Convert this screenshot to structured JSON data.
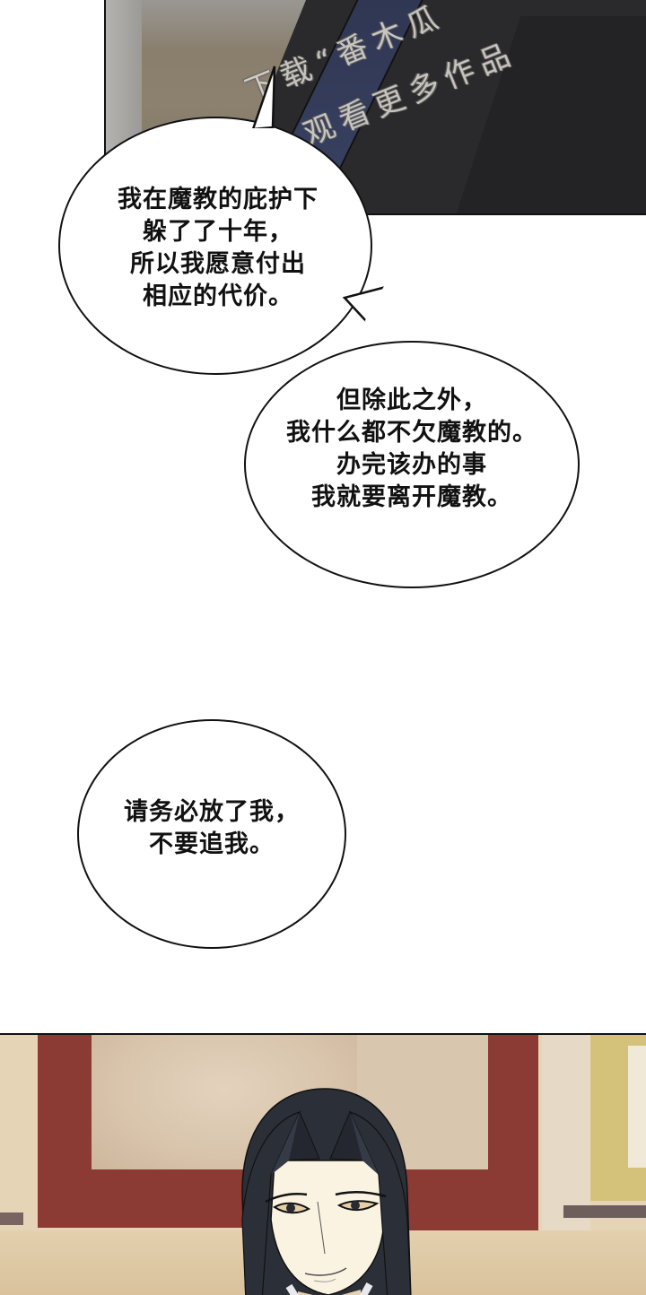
{
  "comic": {
    "watermark": {
      "line1": "下载“番木瓜",
      "line2": "观看更多作品"
    },
    "bubbles": [
      {
        "id": "bubble-1",
        "lines": [
          "我在魔教的庇护下",
          "躲了了十年，",
          "所以我愿意付出",
          "相应的代价。"
        ]
      },
      {
        "id": "bubble-2",
        "lines": [
          "但除此之外，",
          "我什么都不欠魔教的。",
          "办完该办的事",
          "我就要离开魔教。"
        ]
      },
      {
        "id": "bubble-3",
        "lines": [
          "请务必放了我，",
          "不要追我。"
        ]
      }
    ],
    "bubble_text": {
      "b1": "我在魔教的庇护下\n躲了了十年，\n所以我愿意付出\n相应的代价。",
      "b2": "但除此之外，\n我什么都不欠魔教的。\n办完该办的事\n我就要离开魔教。",
      "b3": "请务必放了我，\n不要追我。"
    },
    "colors": {
      "robe_dark": "#2a2a2c",
      "robe_blue": "#2e3550",
      "frame_red": "#8b3a34",
      "wall_beige": "#e6d4b6",
      "hair": "#2b2f38",
      "skin": "#fbf3e2"
    }
  }
}
